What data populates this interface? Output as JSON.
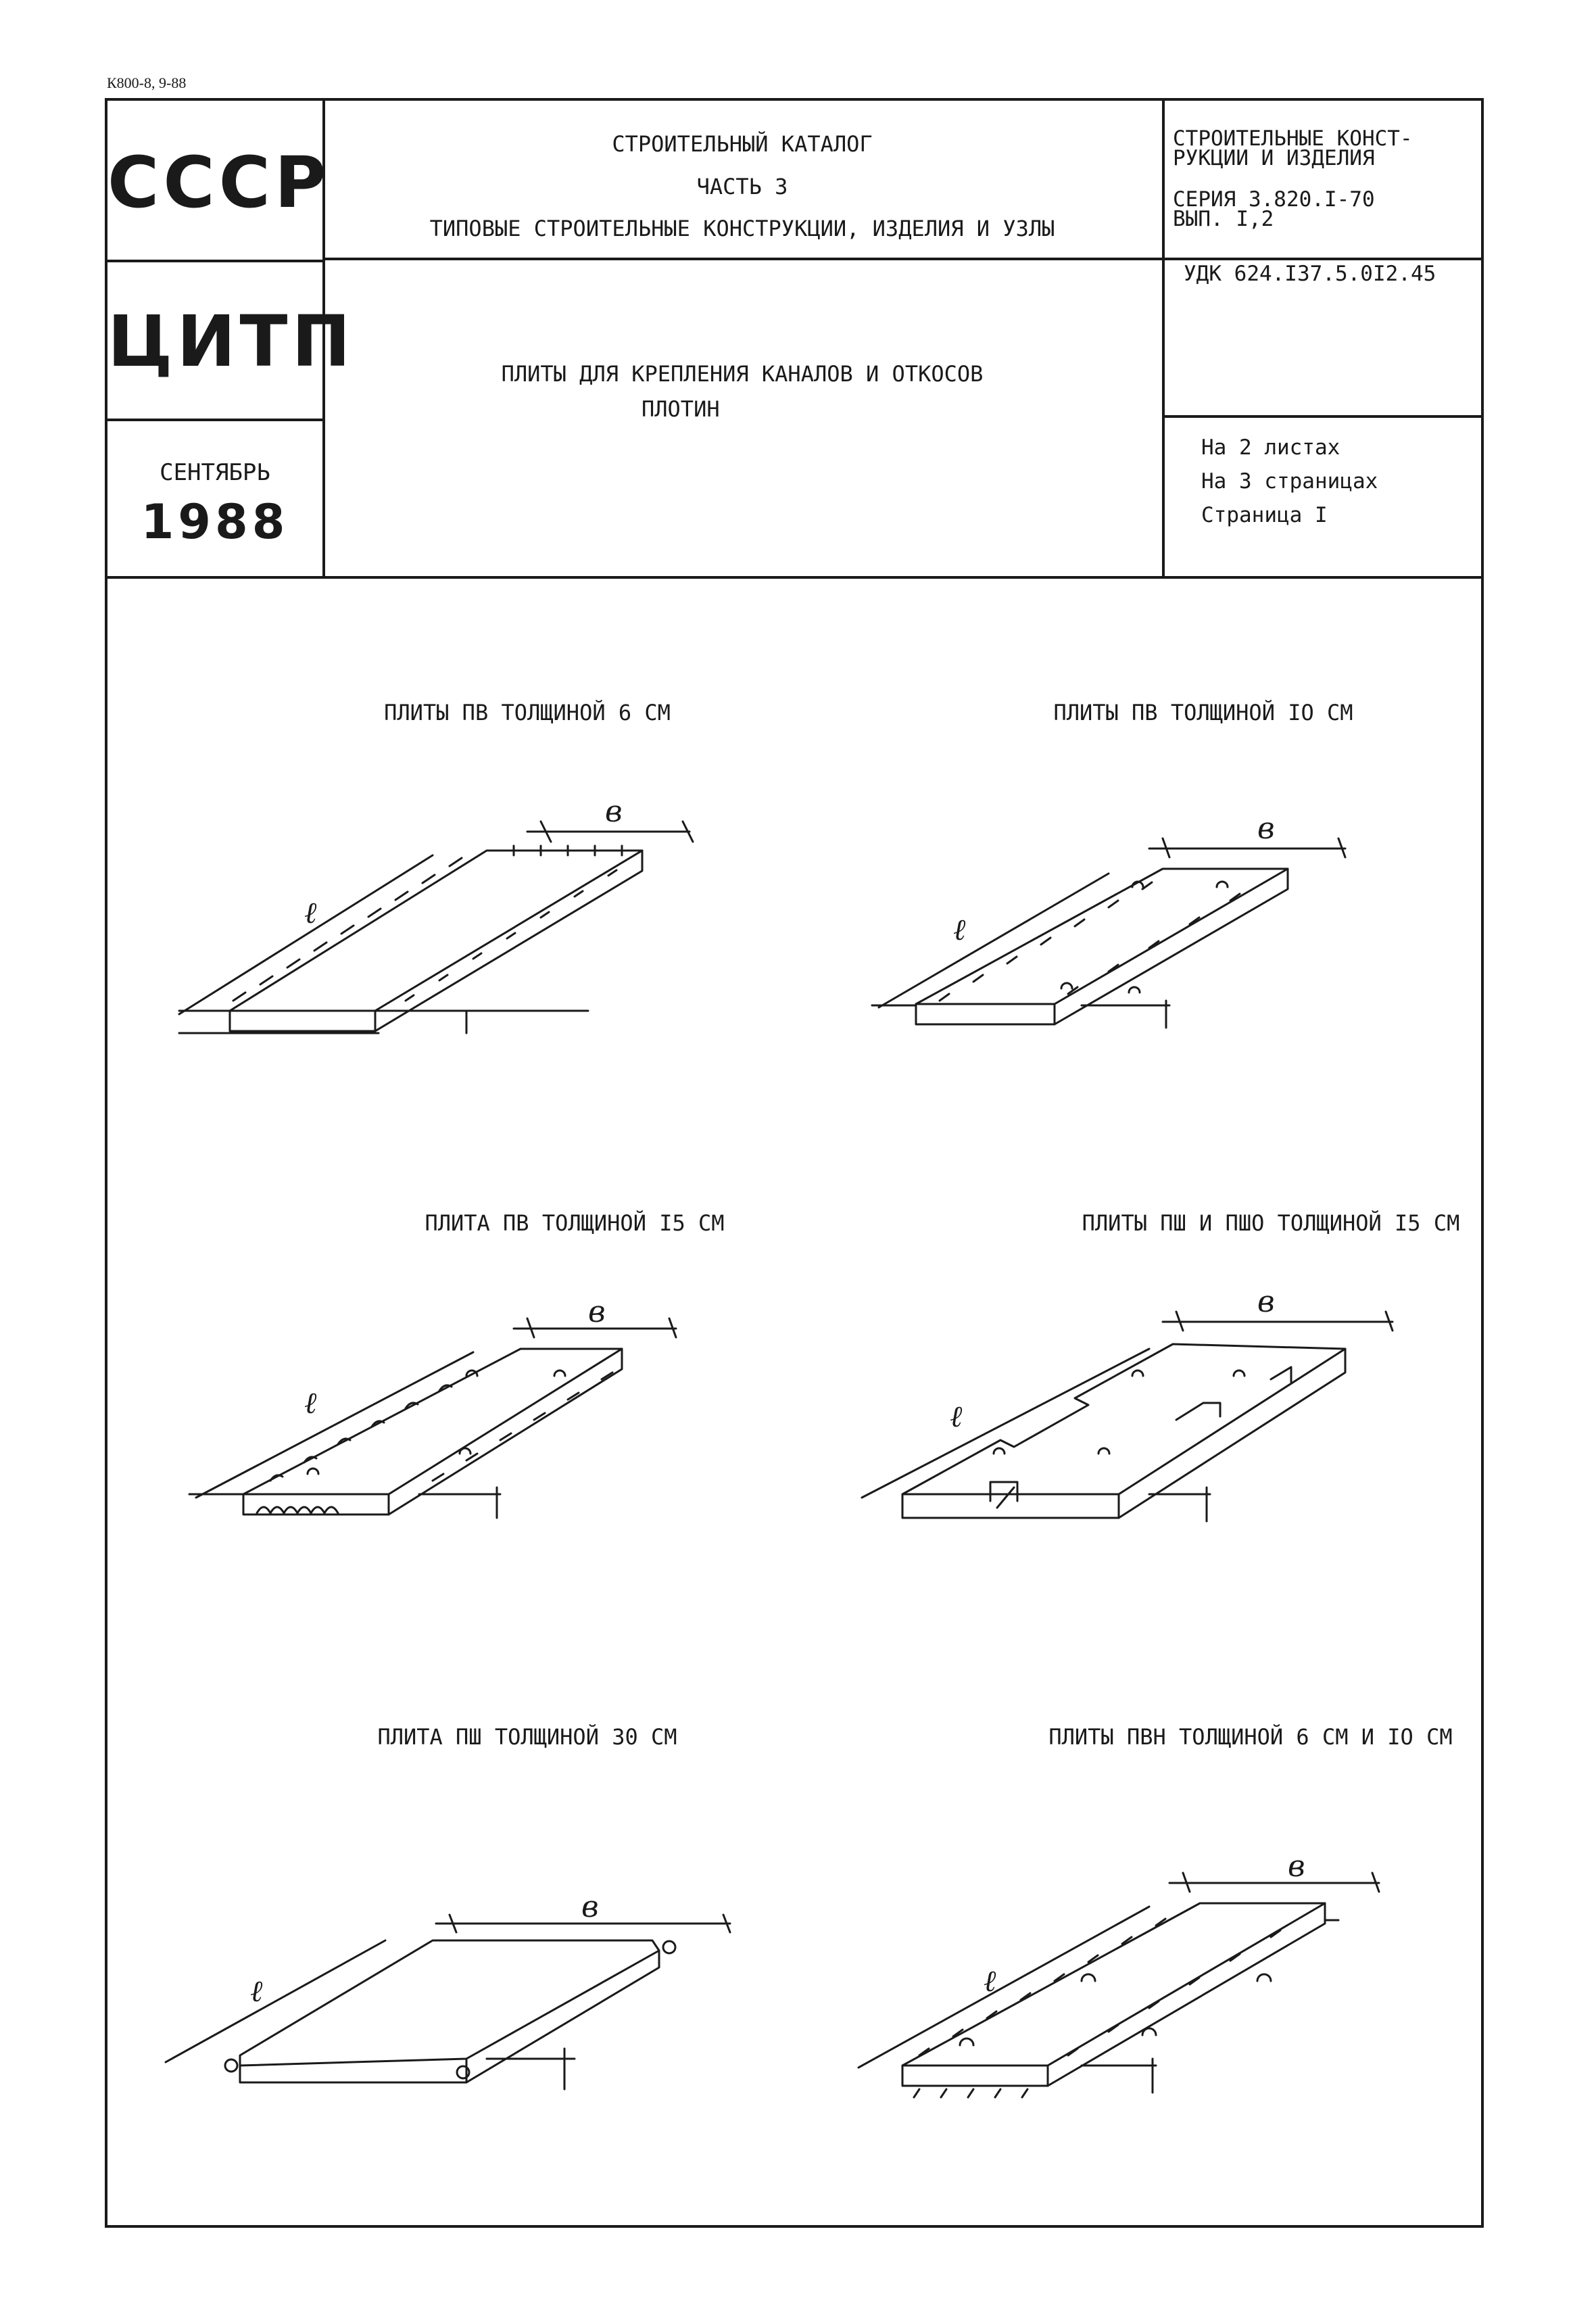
{
  "doc_code": "К800-8, 9-88",
  "stamp": {
    "country": "СССР",
    "org": "ЦИТП",
    "month": "СЕНТЯБРЬ",
    "year": "1988"
  },
  "header": {
    "line1": "СТРОИТЕЛЬНЫЙ  КАТАЛОГ",
    "line2": "ЧАСТЬ  3",
    "line3": "ТИПОВЫЕ СТРОИТЕЛЬНЫЕ КОНСТРУКЦИИ, ИЗДЕЛИЯ И УЗЛЫ",
    "doc_title_1": "ПЛИТЫ ДЛЯ КРЕПЛЕНИЯ КАНАЛОВ И ОТКОСОВ",
    "doc_title_2": "ПЛОТИН"
  },
  "side": {
    "sec1": "СТРОИТЕЛЬНЫЕ КОНСТ-",
    "sec2": "РУКЦИИ И ИЗДЕЛИЯ",
    "series": "СЕРИЯ  3.820.I-70",
    "issue": "ВЫП.  I,2",
    "udk": "УДК 624.I37.5.0I2.45",
    "sheets": "На 2 листах",
    "pages": "На 3 страницах",
    "page": "Страница I"
  },
  "figures": [
    {
      "caption": "ПЛИТЫ ПВ ТОЛЩИНОЙ 6 СМ"
    },
    {
      "caption": "ПЛИТЫ ПВ ТОЛЩИНОЙ IO СМ"
    },
    {
      "caption": "ПЛИТА ПВ ТОЛЩИНОЙ I5 СМ"
    },
    {
      "caption": "ПЛИТЫ ПШ И ПШО ТОЛЩИНОЙ I5 СМ"
    },
    {
      "caption": "ПЛИТА ПШ ТОЛЩИНОЙ 30 СМ"
    },
    {
      "caption": "ПЛИТЫ ПВН ТОЛЩИНОЙ 6 СМ И IO СМ"
    }
  ],
  "dims": {
    "length": "ℓ",
    "width": "в"
  }
}
